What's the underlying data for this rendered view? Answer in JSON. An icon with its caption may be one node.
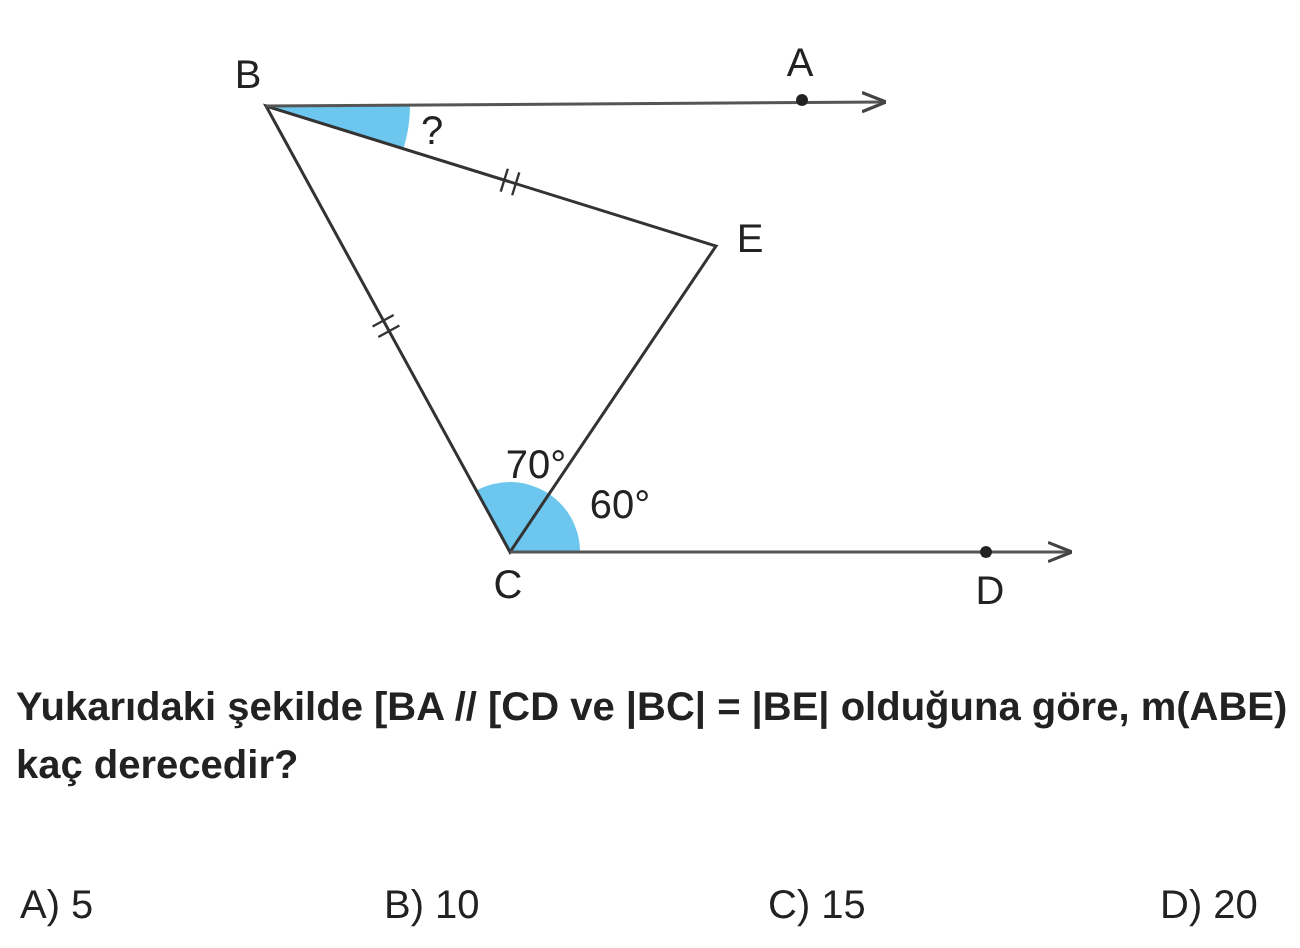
{
  "diagram": {
    "labels": [
      "B",
      "A",
      "?",
      "E",
      "70°",
      "60°",
      "C",
      "D",
      "Yukarıdaki şekilde [BA // [CD ve |BC| = |BE| olduğuna göre, m(ABE) kaç derecedir?",
      "A) 5",
      "B) 10",
      "C) 15",
      "D) 20"
    ]
  }
}
